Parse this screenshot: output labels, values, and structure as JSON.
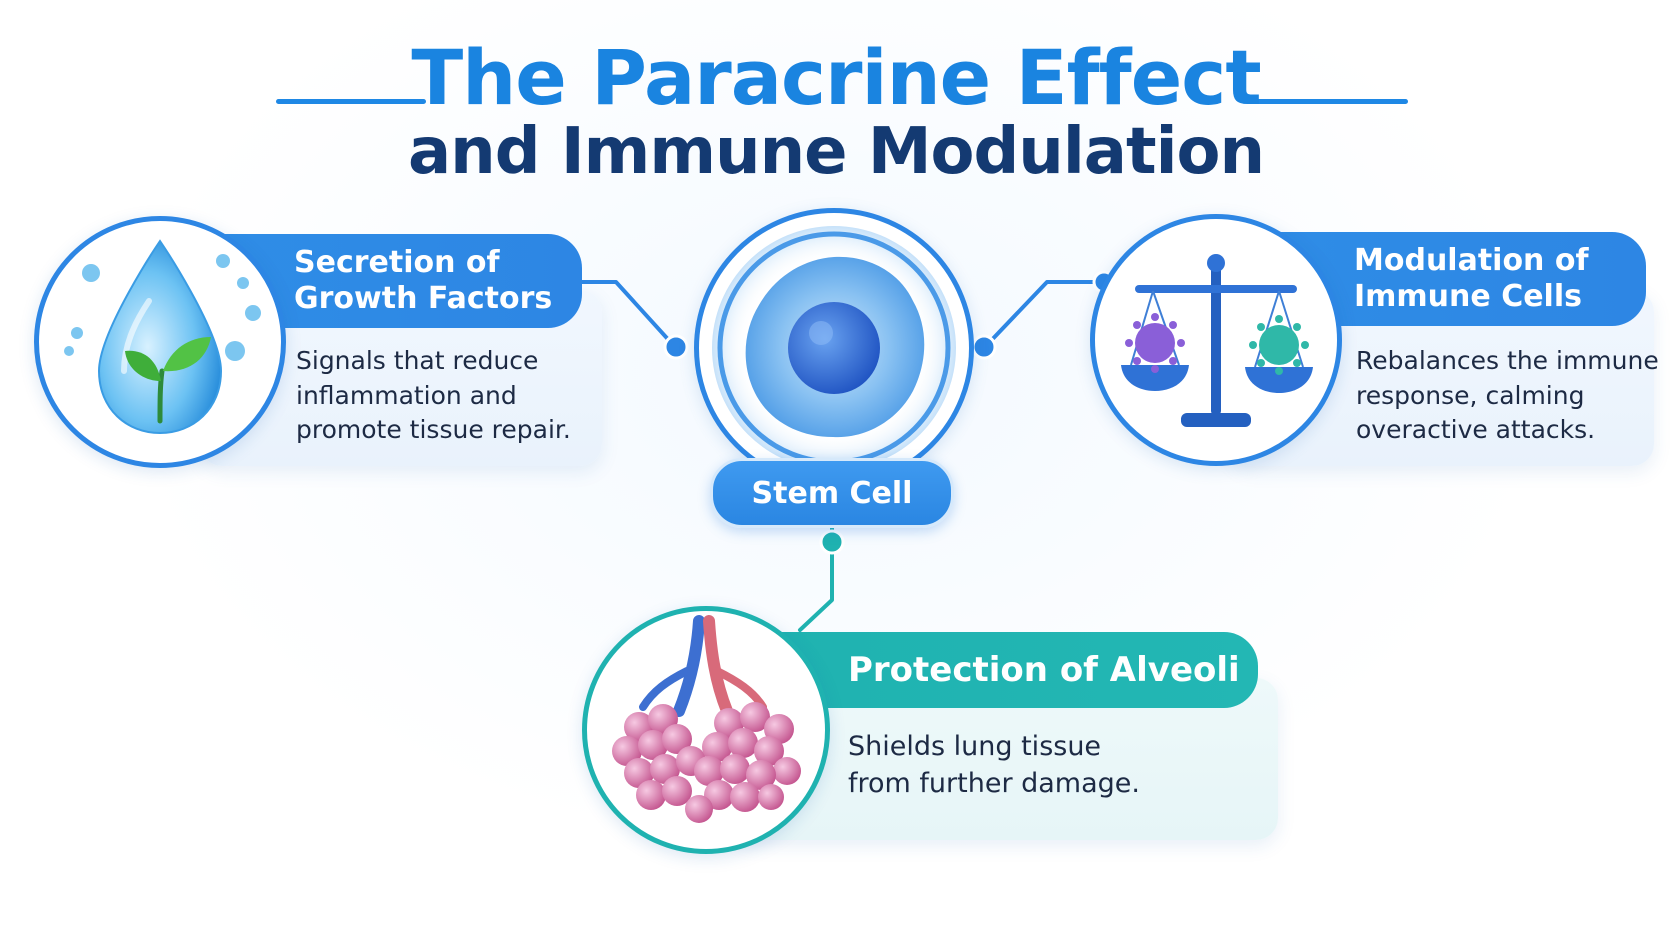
{
  "title": {
    "line1": "The Paracrine Effect",
    "line2": "and Immune Modulation"
  },
  "center": {
    "label": "Stem Cell"
  },
  "panels": [
    {
      "heading": "Secretion of\nGrowth Factors",
      "description": "Signals that reduce\ninflammation and\npromote tissue repair.",
      "icon": "water-drop-sprout-icon"
    },
    {
      "heading": "Modulation of\nImmune Cells",
      "description": "Rebalances the immune\nresponse, calming\noveractive attacks.",
      "icon": "balance-scale-virus-icon"
    },
    {
      "heading": "Protection of Alveoli",
      "description": "Shields lung tissue\nfrom further damage.",
      "icon": "alveoli-lung-icon"
    }
  ],
  "colors": {
    "blue_accent": "#2d86e4",
    "teal_accent": "#1fb2b0",
    "title_blue": "#1a84e0",
    "title_navy": "#143a72"
  }
}
